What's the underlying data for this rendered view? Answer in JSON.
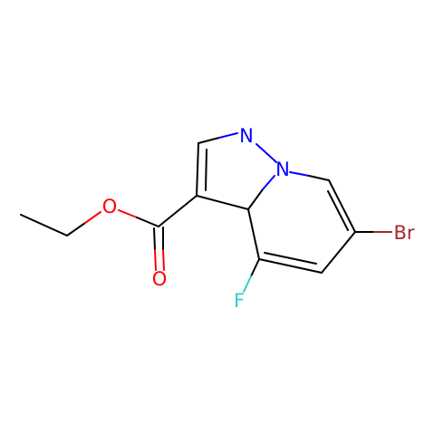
{
  "molecule": {
    "atom_labels": {
      "N1": "N",
      "N2": "N",
      "O1": "O",
      "O2": "O",
      "F": "F",
      "Br": "Br"
    },
    "colors": {
      "carbon_bond": "#000000",
      "nitrogen": "#0000ff",
      "oxygen": "#ff0000",
      "fluorine": "#33cccc",
      "bromine": "#a62929",
      "background": "#ffffff"
    }
  }
}
